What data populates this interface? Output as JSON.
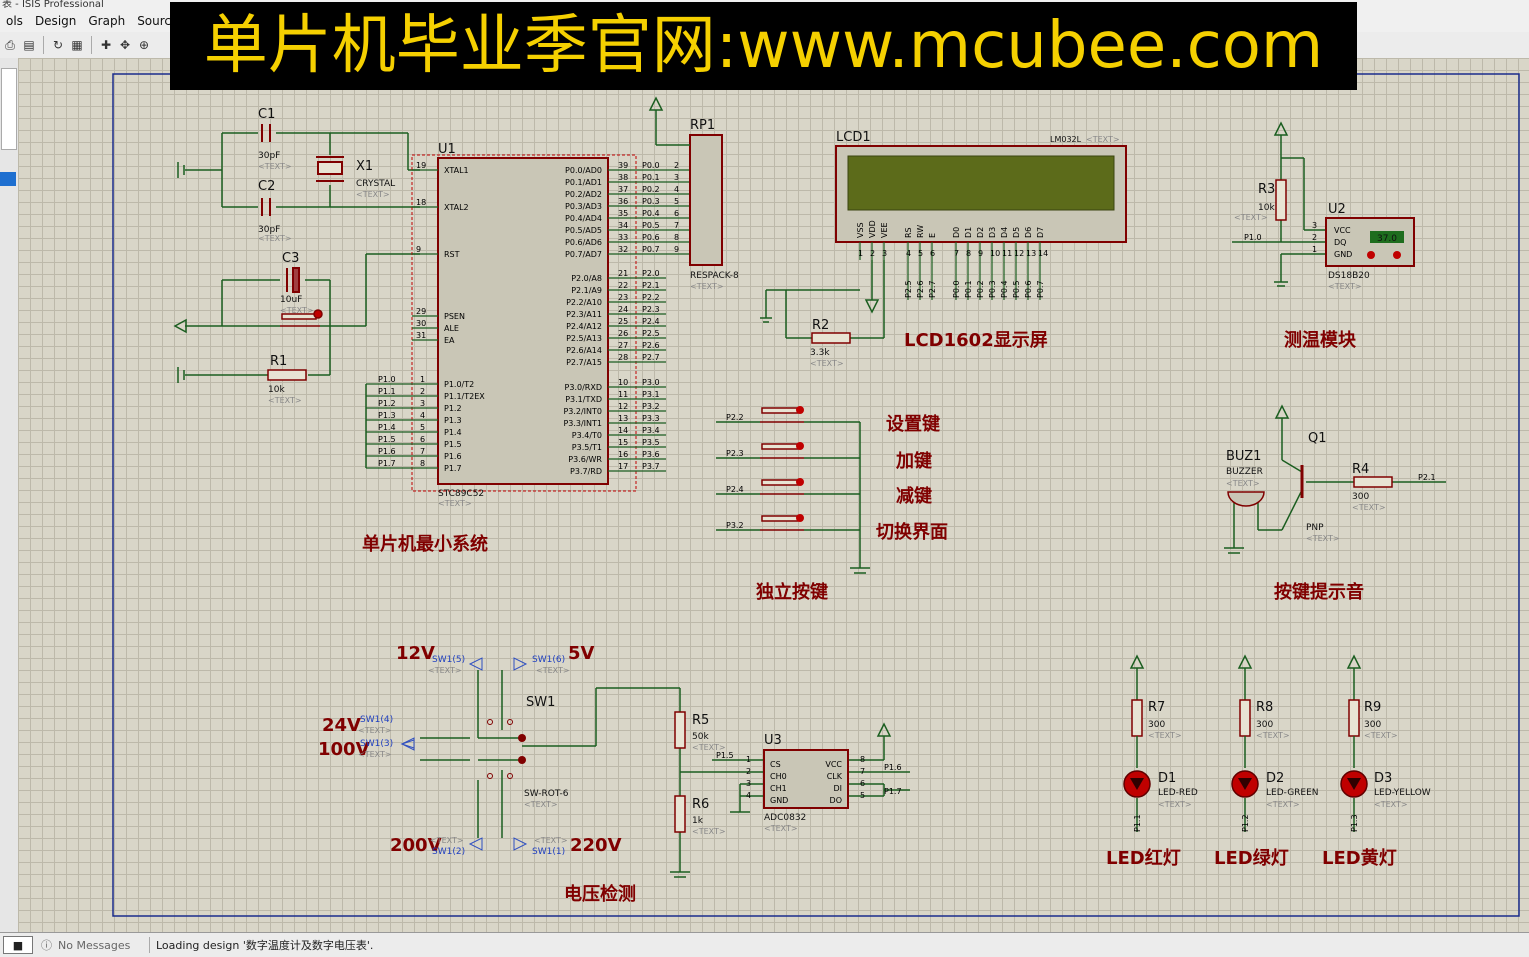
{
  "window": {
    "title": "表 - ISIS Professional"
  },
  "menu": [
    "ols",
    "Design",
    "Graph",
    "Source"
  ],
  "toolbar_icons": [
    "print-icon",
    "page-icon",
    "refresh-icon",
    "grid-icon",
    "origin-icon",
    "pan-icon",
    "zoom-in-icon"
  ],
  "banner": {
    "text": "单片机毕业季官网:www.mcubee.com"
  },
  "sections": {
    "mcu": "单片机最小系统",
    "lcd": "LCD1602显示屏",
    "temp": "测温模块",
    "keys": "独立按键",
    "buzzer": "按键提示音",
    "voltage": "电压检测",
    "led_red": "LED红灯",
    "led_green": "LED绿灯",
    "led_yellow": "LED黄灯"
  },
  "keys": {
    "k1": "设置键",
    "k2": "加键",
    "k3": "减键",
    "k4": "切换界面"
  },
  "voltages": {
    "v12": "12V",
    "v5": "5V",
    "v24": "24V",
    "v100": "100V",
    "v200": "200V",
    "v220": "220V"
  },
  "text_placeholder": "<TEXT>",
  "components": {
    "c1": {
      "ref": "C1",
      "val": "30pF"
    },
    "c2": {
      "ref": "C2",
      "val": "30pF"
    },
    "c3": {
      "ref": "C3",
      "val": "10uF"
    },
    "x1": {
      "ref": "X1",
      "val": "CRYSTAL"
    },
    "r1": {
      "ref": "R1",
      "val": "10k"
    },
    "r2": {
      "ref": "R2",
      "val": "3.3k"
    },
    "r3": {
      "ref": "R3",
      "val": "10k"
    },
    "r4": {
      "ref": "R4",
      "val": "300"
    },
    "r5": {
      "ref": "R5",
      "val": "50k"
    },
    "r6": {
      "ref": "R6",
      "val": "1k"
    },
    "r7": {
      "ref": "R7",
      "val": "300"
    },
    "r8": {
      "ref": "R8",
      "val": "300"
    },
    "r9": {
      "ref": "R9",
      "val": "300"
    },
    "u1": {
      "ref": "U1",
      "val": "STC89C52"
    },
    "u2": {
      "ref": "U2",
      "val": "DS18B20",
      "reading": "37.0"
    },
    "u3": {
      "ref": "U3",
      "val": "ADC0832"
    },
    "rp1": {
      "ref": "RP1",
      "val": "RESPACK-8"
    },
    "lcd1": {
      "ref": "LCD1",
      "val": "LM032L"
    },
    "buz1": {
      "ref": "BUZ1",
      "val": "BUZZER"
    },
    "q1": {
      "ref": "Q1",
      "val": "PNP"
    },
    "sw1": {
      "ref": "SW1",
      "val": "SW-ROT-6"
    },
    "d1": {
      "ref": "D1",
      "val": "LED-RED"
    },
    "d2": {
      "ref": "D2",
      "val": "LED-GREEN"
    },
    "d3": {
      "ref": "D3",
      "val": "LED-YELLOW"
    }
  },
  "u1_pins": {
    "xtal1": "XTAL1",
    "xtal2": "XTAL2",
    "rst": "RST",
    "psen": "PSEN",
    "ale": "ALE",
    "ea": "EA",
    "p0": [
      "P0.0/AD0",
      "P0.1/AD1",
      "P0.2/AD2",
      "P0.3/AD3",
      "P0.4/AD4",
      "P0.5/AD5",
      "P0.6/AD6",
      "P0.7/AD7"
    ],
    "p2": [
      "P2.0/A8",
      "P2.1/A9",
      "P2.2/A10",
      "P2.3/A11",
      "P2.4/A12",
      "P2.5/A13",
      "P2.6/A14",
      "P2.7/A15"
    ],
    "p3": [
      "P3.0/RXD",
      "P3.1/TXD",
      "P3.2/INT0",
      "P3.3/INT1",
      "P3.4/T0",
      "P3.5/T1",
      "P3.6/WR",
      "P3.7/RD"
    ],
    "p1": [
      "P1.0/T2",
      "P1.1/T2EX",
      "P1.2",
      "P1.3",
      "P1.4",
      "P1.5",
      "P1.6",
      "P1.7"
    ],
    "left_nums": [
      "19",
      "18",
      "9",
      "29",
      "30",
      "31"
    ],
    "p1_nums": [
      "1",
      "2",
      "3",
      "4",
      "5",
      "6",
      "7",
      "8"
    ],
    "p0_nums": [
      "39",
      "38",
      "37",
      "36",
      "35",
      "34",
      "33",
      "32"
    ],
    "p2_nums": [
      "21",
      "22",
      "23",
      "24",
      "25",
      "26",
      "27",
      "28"
    ],
    "p3_nums": [
      "10",
      "11",
      "12",
      "13",
      "14",
      "15",
      "16",
      "17"
    ]
  },
  "nets": {
    "p0": [
      "P0.0",
      "P0.1",
      "P0.2",
      "P0.3",
      "P0.4",
      "P0.5",
      "P0.6",
      "P0.7"
    ],
    "p1": [
      "P1.0",
      "P1.1",
      "P1.2",
      "P1.3",
      "P1.4",
      "P1.5",
      "P1.6",
      "P1.7"
    ],
    "p2": [
      "P2.0",
      "P2.1",
      "P2.2",
      "P2.3",
      "P2.4",
      "P2.5",
      "P2.6",
      "P2.7"
    ],
    "p3": [
      "P3.0",
      "P3.1",
      "P3.2",
      "P3.3",
      "P3.4",
      "P3.5",
      "P3.6",
      "P3.7"
    ],
    "lcd_data": [
      "P0.0",
      "P0.1",
      "P0.2",
      "P0.3",
      "P0.4",
      "P0.5",
      "P0.6",
      "P0.7"
    ],
    "lcd_ctrl": [
      "P2.5",
      "P2.6",
      "P2.7"
    ],
    "key_nets": [
      "P2.2",
      "P2.3",
      "P2.4",
      "P3.2"
    ],
    "temp_net": "P1.0",
    "buz_net": "P2.1",
    "adc_nets": [
      "P1.5",
      "P1.6",
      "P1.7"
    ],
    "led_nets": [
      "P1.1",
      "P1.2",
      "P1.3"
    ]
  },
  "rp1_pins": [
    "2",
    "3",
    "4",
    "5",
    "6",
    "7",
    "8",
    "9"
  ],
  "lcd_pins": {
    "names": [
      "VSS",
      "VDD",
      "VEE",
      "RS",
      "RW",
      "E",
      "D0",
      "D1",
      "D2",
      "D3",
      "D4",
      "D5",
      "D6",
      "D7"
    ],
    "nums": [
      "1",
      "2",
      "3",
      "4",
      "5",
      "6",
      "7",
      "8",
      "9",
      "10",
      "11",
      "12",
      "13",
      "14"
    ]
  },
  "ds18b20_pins": {
    "names": [
      "VCC",
      "DQ",
      "GND"
    ],
    "nums": [
      "3",
      "2",
      "1"
    ]
  },
  "adc_pins": {
    "left": [
      "CS",
      "CH0",
      "CH1",
      "GND"
    ],
    "right": [
      "VCC",
      "CLK",
      "DI",
      "DO"
    ],
    "left_nums": [
      "1",
      "2",
      "3",
      "4"
    ],
    "right_nums": [
      "8",
      "7",
      "6",
      "5"
    ]
  },
  "sw_labels": [
    "SW1(5)",
    "SW1(6)",
    "SW1(4)",
    "SW1(3)",
    "SW1(2)",
    "SW1(1)"
  ],
  "status": {
    "messages": "No Messages",
    "log": "Loading design '数字温度计及数字电压表'."
  }
}
